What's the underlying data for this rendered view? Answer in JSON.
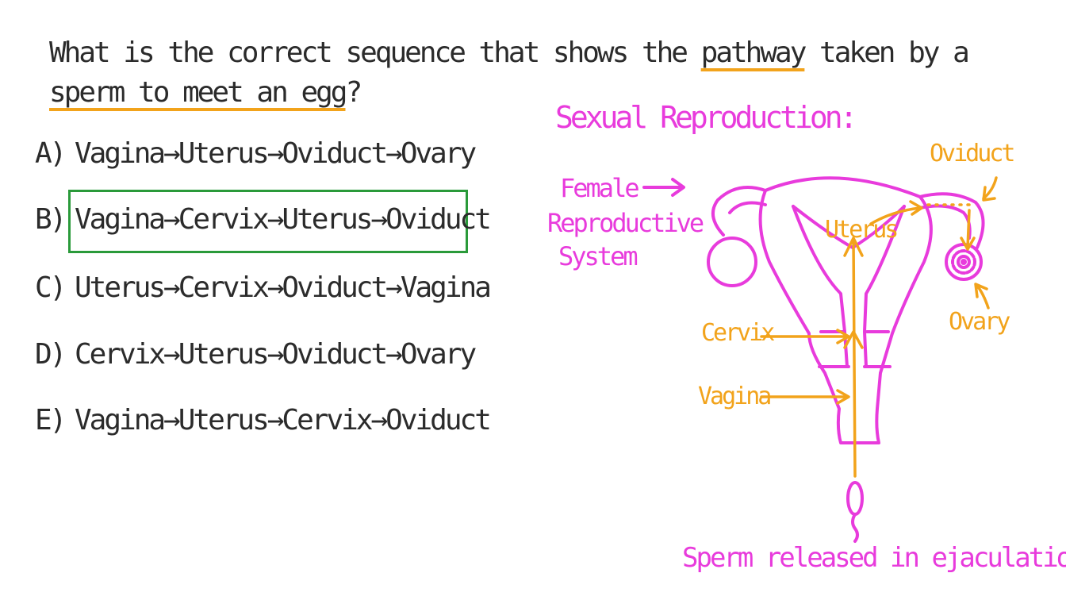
{
  "question": {
    "part1": "What is the correct sequence that shows the ",
    "highlight1": "pathway",
    "part2": " taken by a ",
    "highlight2": "sperm to meet an egg",
    "part3": "?"
  },
  "options": [
    {
      "letter": "A)",
      "text": "Vagina→Uterus→Oviduct→Ovary"
    },
    {
      "letter": "B)",
      "text": "Vagina→Cervix→Uterus→Oviduct"
    },
    {
      "letter": "C)",
      "text": "Uterus→Cervix→Oviduct→Vagina"
    },
    {
      "letter": "D)",
      "text": "Cervix→Uterus→Oviduct→Ovary"
    },
    {
      "letter": "E)",
      "text": "Vagina→Uterus→Cervix→Oviduct"
    }
  ],
  "diagram": {
    "title": "Sexual Reproduction:",
    "system_label_1": "Female",
    "system_label_2": "Reproductive",
    "system_label_3": "System",
    "labels": {
      "oviduct": "Oviduct",
      "uterus": "Uterus",
      "ovary": "Ovary",
      "cervix": "Cervix",
      "vagina": "Vagina",
      "sperm": "Sperm released in ejaculation"
    }
  },
  "colors": {
    "accent_orange": "#f2a31b",
    "diagram_pink": "#e83bdc",
    "answer_green": "#2a9a3a",
    "text": "#2b2b2b"
  }
}
